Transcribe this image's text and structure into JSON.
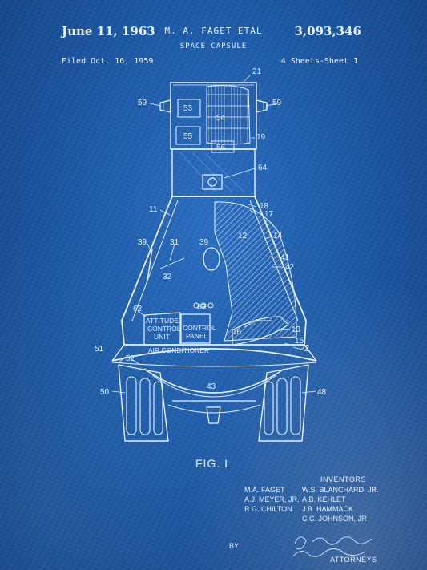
{
  "header": {
    "date": "June 11, 1963",
    "inventor_line": "M. A. FAGET ETAL",
    "patent_number": "3,093,346",
    "title": "SPACE CAPSULE",
    "filed": "Filed Oct. 16, 1959",
    "sheets": "4 Sheets-Sheet 1"
  },
  "figure": {
    "label": "FIG. I",
    "ref_numbers": [
      "21",
      "59",
      "53",
      "54",
      "55",
      "56",
      "19",
      "64",
      "18",
      "17",
      "11",
      "12",
      "14",
      "39",
      "31",
      "41",
      "42",
      "32",
      "62",
      "63",
      "16",
      "13",
      "15",
      "22",
      "51",
      "52",
      "43",
      "50",
      "48"
    ],
    "callouts": {
      "attitude_control": [
        "ATTITUDE",
        "CONTROL",
        "UNIT"
      ],
      "control_panel": [
        "CONTROL",
        "PANEL"
      ],
      "air_conditioner": "AIR CONDITIONER"
    }
  },
  "inventors": {
    "heading": "INVENTORS",
    "rows": [
      [
        "M.A. FAGET",
        "W.S. BLANCHARD, JR."
      ],
      [
        "A.J. MEYER, JR.",
        "A.B. KEHLET"
      ],
      [
        "R.G. CHILTON",
        "J.B. HAMMACK"
      ],
      [
        "",
        "C.C. JOHNSON, JR"
      ]
    ]
  },
  "attorneys": {
    "by": "BY",
    "label": "ATTORNEYS"
  },
  "colors": {
    "background": "#1c5aa8",
    "ink": "#e8f1ff"
  }
}
